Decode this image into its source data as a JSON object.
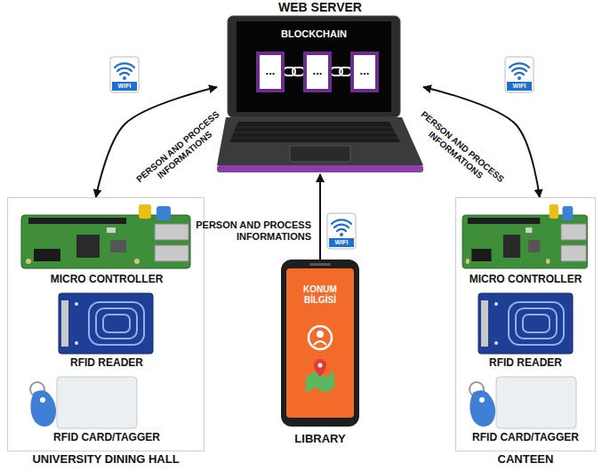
{
  "diagram": {
    "nodes": [
      {
        "text": [
          "WEB SERVER"
        ]
      },
      {
        "text": [
          "BLOCKCHAIN"
        ],
        "in": 0
      },
      {
        "text": [
          "..."
        ],
        "in": 1
      },
      {
        "text": [
          "..."
        ],
        "in": 1
      },
      {
        "text": [
          "..."
        ],
        "in": 1
      },
      {
        "text": [
          "UNIVERSITY DINING HALL"
        ]
      },
      {
        "text": [
          "MICRO CONTROLLER"
        ],
        "in": 5
      },
      {
        "text": [
          "RFID READER"
        ],
        "in": 5
      },
      {
        "text": [
          "RFID CARD/TAGGER"
        ],
        "in": 5
      },
      {
        "text": [
          "KONUM BİLGİSİ",
          "LIBRARY"
        ]
      },
      {
        "text": [
          "CANTEEN"
        ]
      },
      {
        "text": [
          "MICRO CONTROLLER"
        ],
        "in": 10
      },
      {
        "text": [
          "RFID READER"
        ],
        "in": 10
      },
      {
        "text": [
          "RFID CARD/TAGGER"
        ],
        "in": 10
      }
    ],
    "edges": [
      {
        "from": 5,
        "to": 0,
        "arrow": "both",
        "label": "PERSON AND PROCESS INFORMATIONS"
      },
      {
        "from": 9,
        "to": 0,
        "arrow": "to",
        "label": "PERSON AND PROCESS INFORMATIONS"
      },
      {
        "from": 10,
        "to": 0,
        "arrow": "both",
        "label": "PERSON AND PROCESS INFORMATIONS"
      }
    ],
    "labels": [
      "WIFI",
      "WIFI",
      "WIFI"
    ]
  }
}
